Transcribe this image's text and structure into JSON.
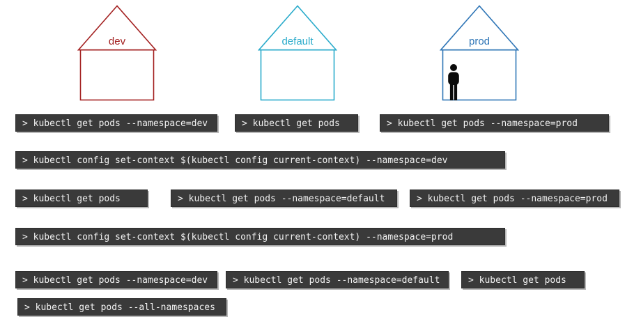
{
  "houses": [
    {
      "label": "dev",
      "color": "#a32020"
    },
    {
      "label": "default",
      "color": "#2aabcb"
    },
    {
      "label": "prod",
      "color": "#2e75b6"
    }
  ],
  "person_icon": {
    "color": "#0a0a0a"
  },
  "terminal_style": {
    "background": "#3a3a3a",
    "text": "#f2f2f2"
  },
  "commands": [
    {
      "text": "> kubectl get pods --namespace=dev"
    },
    {
      "text": "> kubectl get pods"
    },
    {
      "text": "> kubectl get pods --namespace=prod"
    },
    {
      "text": "> kubectl config set-context $(kubectl config current-context) --namespace=dev"
    },
    {
      "text": "> kubectl get pods"
    },
    {
      "text": "> kubectl get pods --namespace=default"
    },
    {
      "text": "> kubectl get pods --namespace=prod"
    },
    {
      "text": "> kubectl config set-context $(kubectl config current-context) --namespace=prod"
    },
    {
      "text": "> kubectl get pods --namespace=dev"
    },
    {
      "text": "> kubectl get pods --namespace=default"
    },
    {
      "text": "> kubectl get pods"
    },
    {
      "text": "> kubectl get pods --all-namespaces"
    }
  ]
}
